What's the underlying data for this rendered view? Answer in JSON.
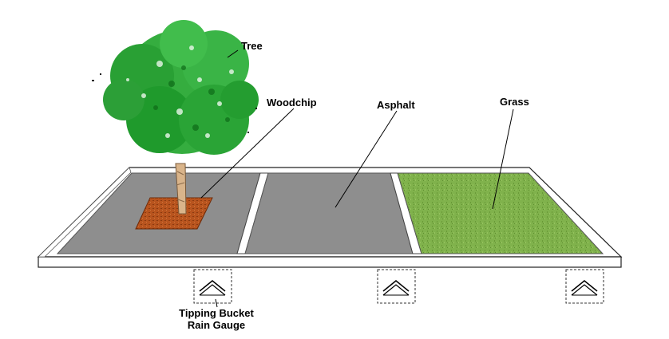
{
  "labels": {
    "tree": "Tree",
    "woodchip": "Woodchip",
    "asphalt": "Asphalt",
    "grass": "Grass",
    "gauge_line1": "Tipping Bucket",
    "gauge_line2": "Rain Gauge"
  },
  "colors": {
    "asphalt": "#8e8e8e",
    "woodchip": "#b8541e",
    "grass": "#7fb04a",
    "frame": "#ffffff",
    "foliage": "#2fa83a",
    "trunk": "#d9b48a"
  },
  "icons": [
    "tree-icon",
    "rain-gauge-icon"
  ]
}
